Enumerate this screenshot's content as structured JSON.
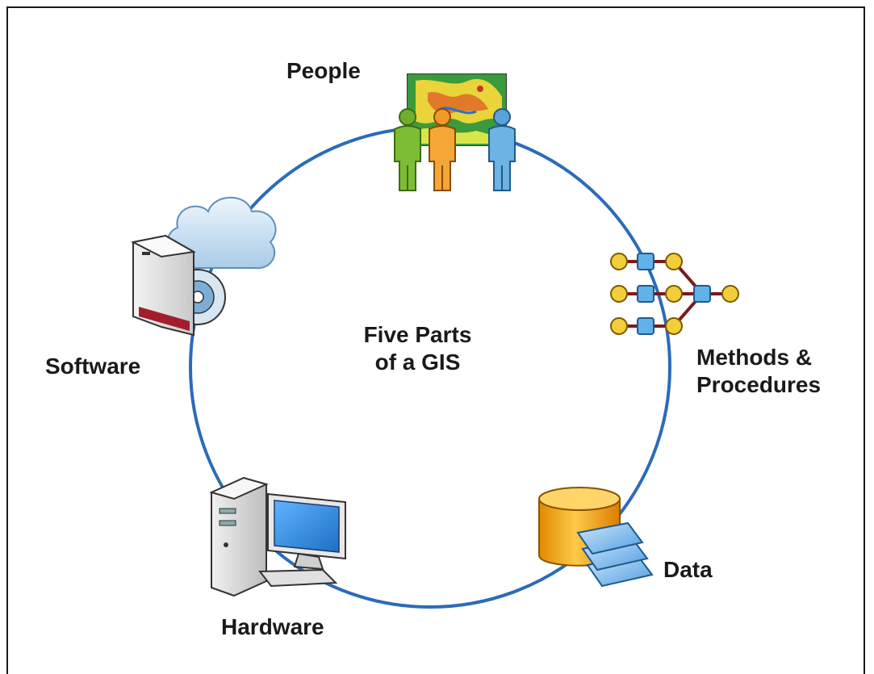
{
  "diagram": {
    "center_title": [
      "Five Parts",
      "of a GIS"
    ],
    "parts": {
      "people": "People",
      "software": "Software",
      "methods": [
        "Methods &",
        "Procedures"
      ],
      "data": "Data",
      "hardware": "Hardware"
    },
    "icons": {
      "people": "people-with-map-icon",
      "software": "software-box-cloud-icon",
      "methods": "process-flow-icon",
      "data": "database-layers-icon",
      "hardware": "desktop-computer-icon"
    },
    "colors": {
      "ring": "#2b6cb8",
      "frame": "#1a1a1a",
      "text": "#1a1a1a"
    }
  }
}
